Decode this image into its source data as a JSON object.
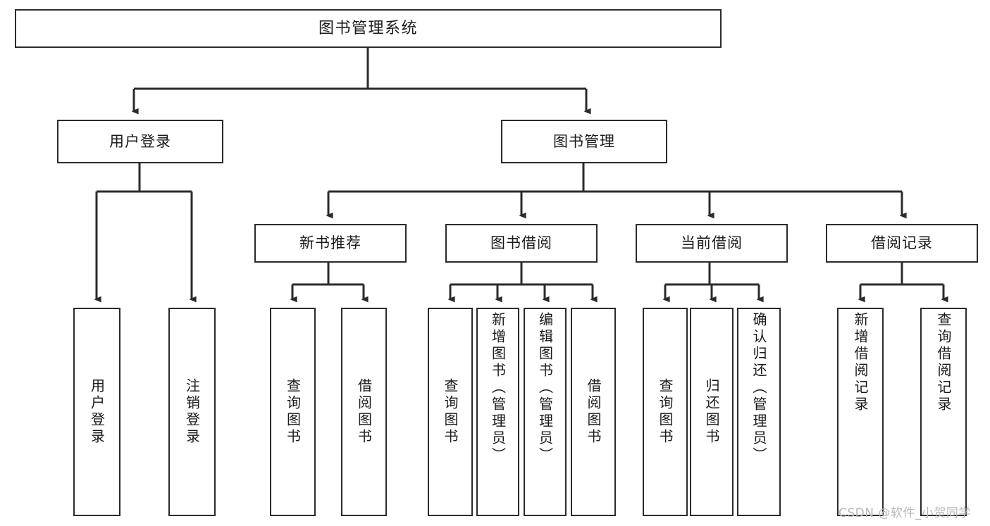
{
  "diagram": {
    "title": "图书管理系统",
    "type": "tree",
    "watermark": "CSDN @软件_小贺同学",
    "colors": {
      "box_border": "#2b2b2b",
      "box_fill": "#ffffff",
      "edge": "#2b2b2b",
      "text": "#1a1a1a",
      "watermark": "#b8b8b8",
      "background": "#ffffff"
    },
    "nodes": {
      "root": {
        "label": "图书管理系统"
      },
      "level2": [
        {
          "id": "user-login",
          "label": "用户登录"
        },
        {
          "id": "book-manage",
          "label": "图书管理"
        }
      ],
      "level3": [
        {
          "id": "new-book-rec",
          "label": "新书推荐"
        },
        {
          "id": "book-borrow",
          "label": "图书借阅"
        },
        {
          "id": "current-borrow",
          "label": "当前借阅"
        },
        {
          "id": "borrow-record",
          "label": "借阅记录"
        }
      ],
      "leaves": [
        {
          "id": "leaf-user-login",
          "label": "用户登录",
          "parent": "user-login"
        },
        {
          "id": "leaf-user-logout",
          "label": "注销登录",
          "parent": "user-login"
        },
        {
          "id": "leaf-query-book-1",
          "label": "查询图书",
          "parent": "new-book-rec"
        },
        {
          "id": "leaf-borrow-book-1",
          "label": "借阅图书",
          "parent": "new-book-rec"
        },
        {
          "id": "leaf-query-book-2",
          "label": "查询图书",
          "parent": "book-borrow"
        },
        {
          "id": "leaf-add-book",
          "label": "新增图书（管理员）",
          "parent": "book-borrow"
        },
        {
          "id": "leaf-edit-book",
          "label": "编辑图书（管理员）",
          "parent": "book-borrow"
        },
        {
          "id": "leaf-borrow-book-2",
          "label": "借阅图书",
          "parent": "book-borrow"
        },
        {
          "id": "leaf-query-book-3",
          "label": "查询图书",
          "parent": "current-borrow"
        },
        {
          "id": "leaf-return-book",
          "label": "归还图书",
          "parent": "current-borrow"
        },
        {
          "id": "leaf-confirm-return",
          "label": "确认归还（管理员）",
          "parent": "current-borrow"
        },
        {
          "id": "leaf-add-record",
          "label": "新增借阅记录",
          "parent": "borrow-record"
        },
        {
          "id": "leaf-query-record",
          "label": "查询借阅记录",
          "parent": "borrow-record"
        }
      ]
    }
  }
}
